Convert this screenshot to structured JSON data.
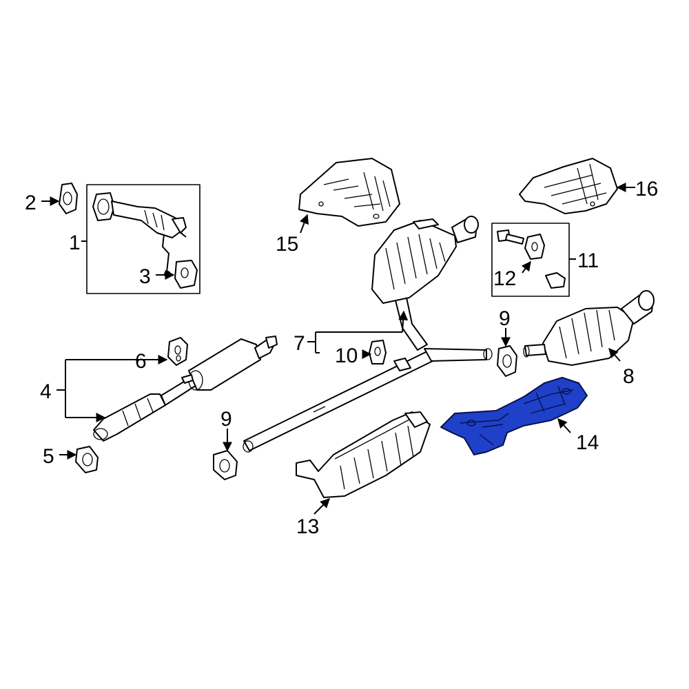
{
  "diagram": {
    "highlight_color": "#1f40c8",
    "callouts": {
      "c1": "1",
      "c2": "2",
      "c3": "3",
      "c4": "4",
      "c5": "5",
      "c6": "6",
      "c7": "7",
      "c8": "8",
      "c9a": "9",
      "c9b": "9",
      "c10": "10",
      "c11": "11",
      "c12": "12",
      "c13": "13",
      "c14": "14",
      "c15": "15",
      "c16": "16"
    }
  }
}
